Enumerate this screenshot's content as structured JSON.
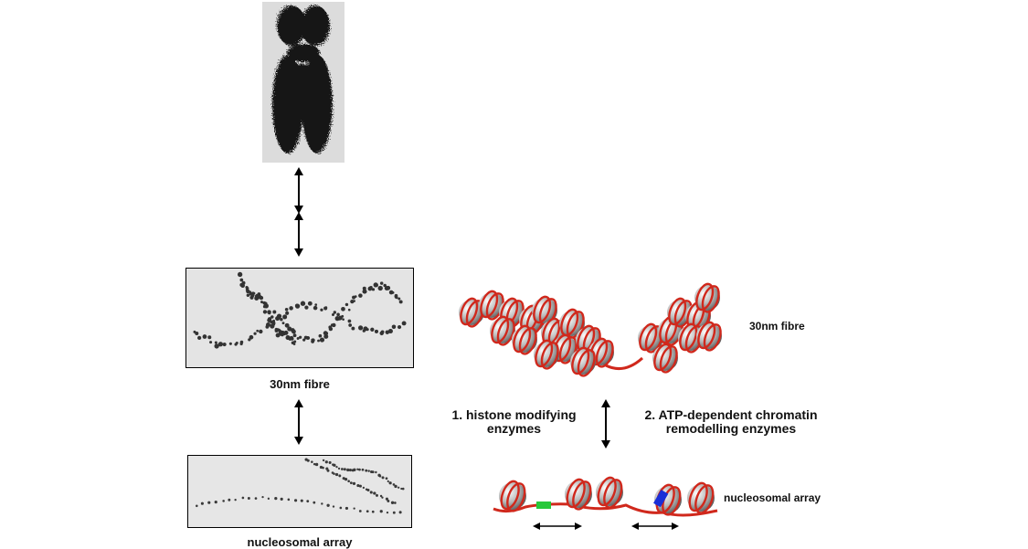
{
  "labels": {
    "left_fibre": "30nm fibre",
    "left_array": "nucleosomal array",
    "right_fibre": "30nm fibre",
    "right_array": "nucleosomal array",
    "histone_line1": "1. histone modifying",
    "histone_line2": "enzymes",
    "atp_line1": "2. ATP-dependent chromatin",
    "atp_line2": "remodelling enzymes"
  },
  "colors": {
    "dna": "#d0281c",
    "nucleosome": "#b8b8b8",
    "mark_green": "#27c83a",
    "mark_blue": "#1a2fd8",
    "micrograph_bg": "#e3e3e3",
    "text": "#111111"
  }
}
